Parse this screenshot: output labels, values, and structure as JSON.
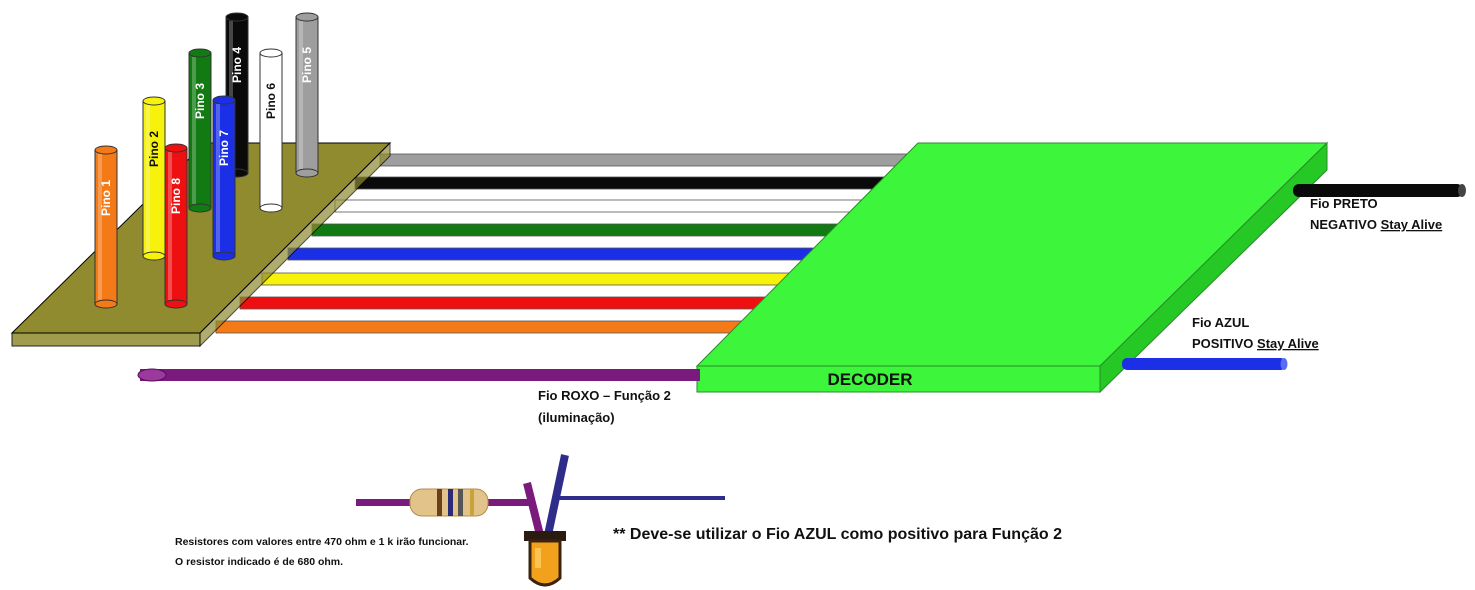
{
  "pins": [
    {
      "label": "Pino 1",
      "color": "#f47a18"
    },
    {
      "label": "Pino 2",
      "color": "#f6f20c"
    },
    {
      "label": "Pino 8",
      "color": "#ee1010"
    },
    {
      "label": "Pino 3",
      "color": "#127a12"
    },
    {
      "label": "Pino 7",
      "color": "#1b2fe6"
    },
    {
      "label": "Pino 4",
      "color": "#0a0a0a"
    },
    {
      "label": "Pino 6",
      "color": "#ffffff"
    },
    {
      "label": "Pino 5",
      "color": "#9e9e9e"
    }
  ],
  "wire_colors": [
    "#9e9e9e",
    "#0a0a0a",
    "#ffffff",
    "#127a12",
    "#1b2fe6",
    "#f6f20c",
    "#ee1010",
    "#f47a18"
  ],
  "decoder": {
    "label": "DECODER",
    "color": "#3df53a"
  },
  "board_color": "#8f8b2e",
  "black_wire": {
    "line1": "Fio PRETO",
    "line2": "NEGATIVO",
    "line2b": "Stay Alive"
  },
  "blue_wire": {
    "line1": "Fio AZUL",
    "line2": "POSITIVO",
    "line2b": "Stay Alive"
  },
  "purple_wire": {
    "line1": "Fio ROXO – Função 2",
    "line2": "(iluminação)"
  },
  "resistor_note": {
    "line1": "Resistores com valores entre 470 ohm e 1 k irão funcionar.",
    "line2": "O resistor indicado é de 680 ohm."
  },
  "blue_note": "** Deve-se utilizar o Fio AZUL como positivo para Função 2"
}
